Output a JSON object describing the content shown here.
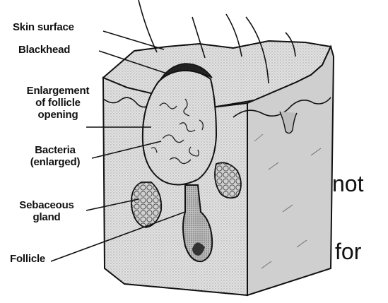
{
  "diagram": {
    "labels": {
      "skin_surface": "Skin surface",
      "blackhead": "Blackhead",
      "enlargement": "Enlargement of follicle opening",
      "enlargement_line1": "Enlargement",
      "enlargement_line2": "of follicle",
      "enlargement_line3": "opening",
      "bacteria_line1": "Bacteria",
      "bacteria_line2": "(enlarged)",
      "sebaceous_line1": "Sebaceous",
      "sebaceous_line2": "gland",
      "follicle": "Follicle"
    },
    "side_text": {
      "word1": "not",
      "word2": "for"
    },
    "colors": {
      "ink": "#111111",
      "paper": "#ffffff",
      "shade_light": "#d9d9d9",
      "shade_mid": "#b8b8b8",
      "shade_dark": "#555555"
    }
  }
}
